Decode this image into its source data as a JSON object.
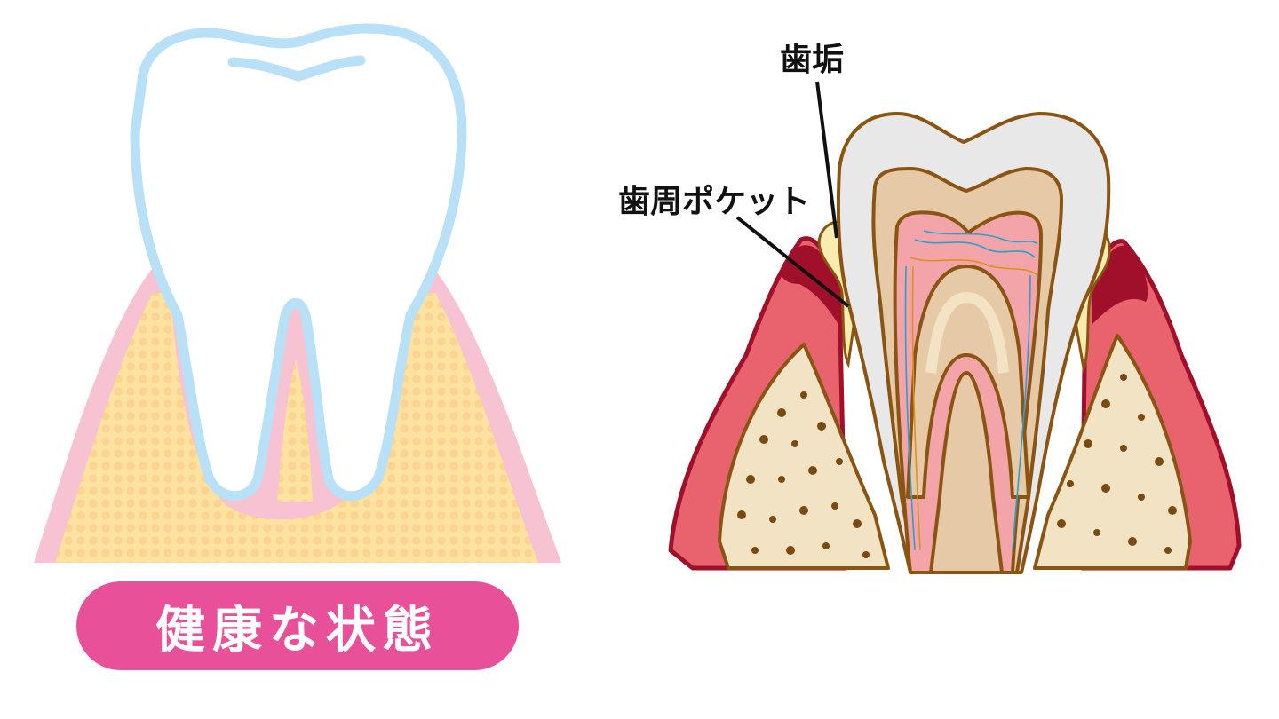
{
  "status_label": "健康な状態",
  "callouts": {
    "plaque": "歯垢",
    "periodontal_pocket": "歯周ポケット"
  },
  "colors": {
    "status_pill": "#e8519a",
    "gum_healthy": "#f7c2d2",
    "bone_healthy": "#fde2a0",
    "tooth_outline_healthy": "#b8e0f7",
    "gum_inflamed": "#e8636e",
    "gum_dark": "#a0102a",
    "bone": "#f3e3c5",
    "bone_dots": "#7a4a12",
    "enamel": "#e8e8e8",
    "dentin": "#e6c9a6",
    "pulp": "#f2a4a8",
    "plaque": "#f8ecb0",
    "outline": "#8a5412"
  }
}
